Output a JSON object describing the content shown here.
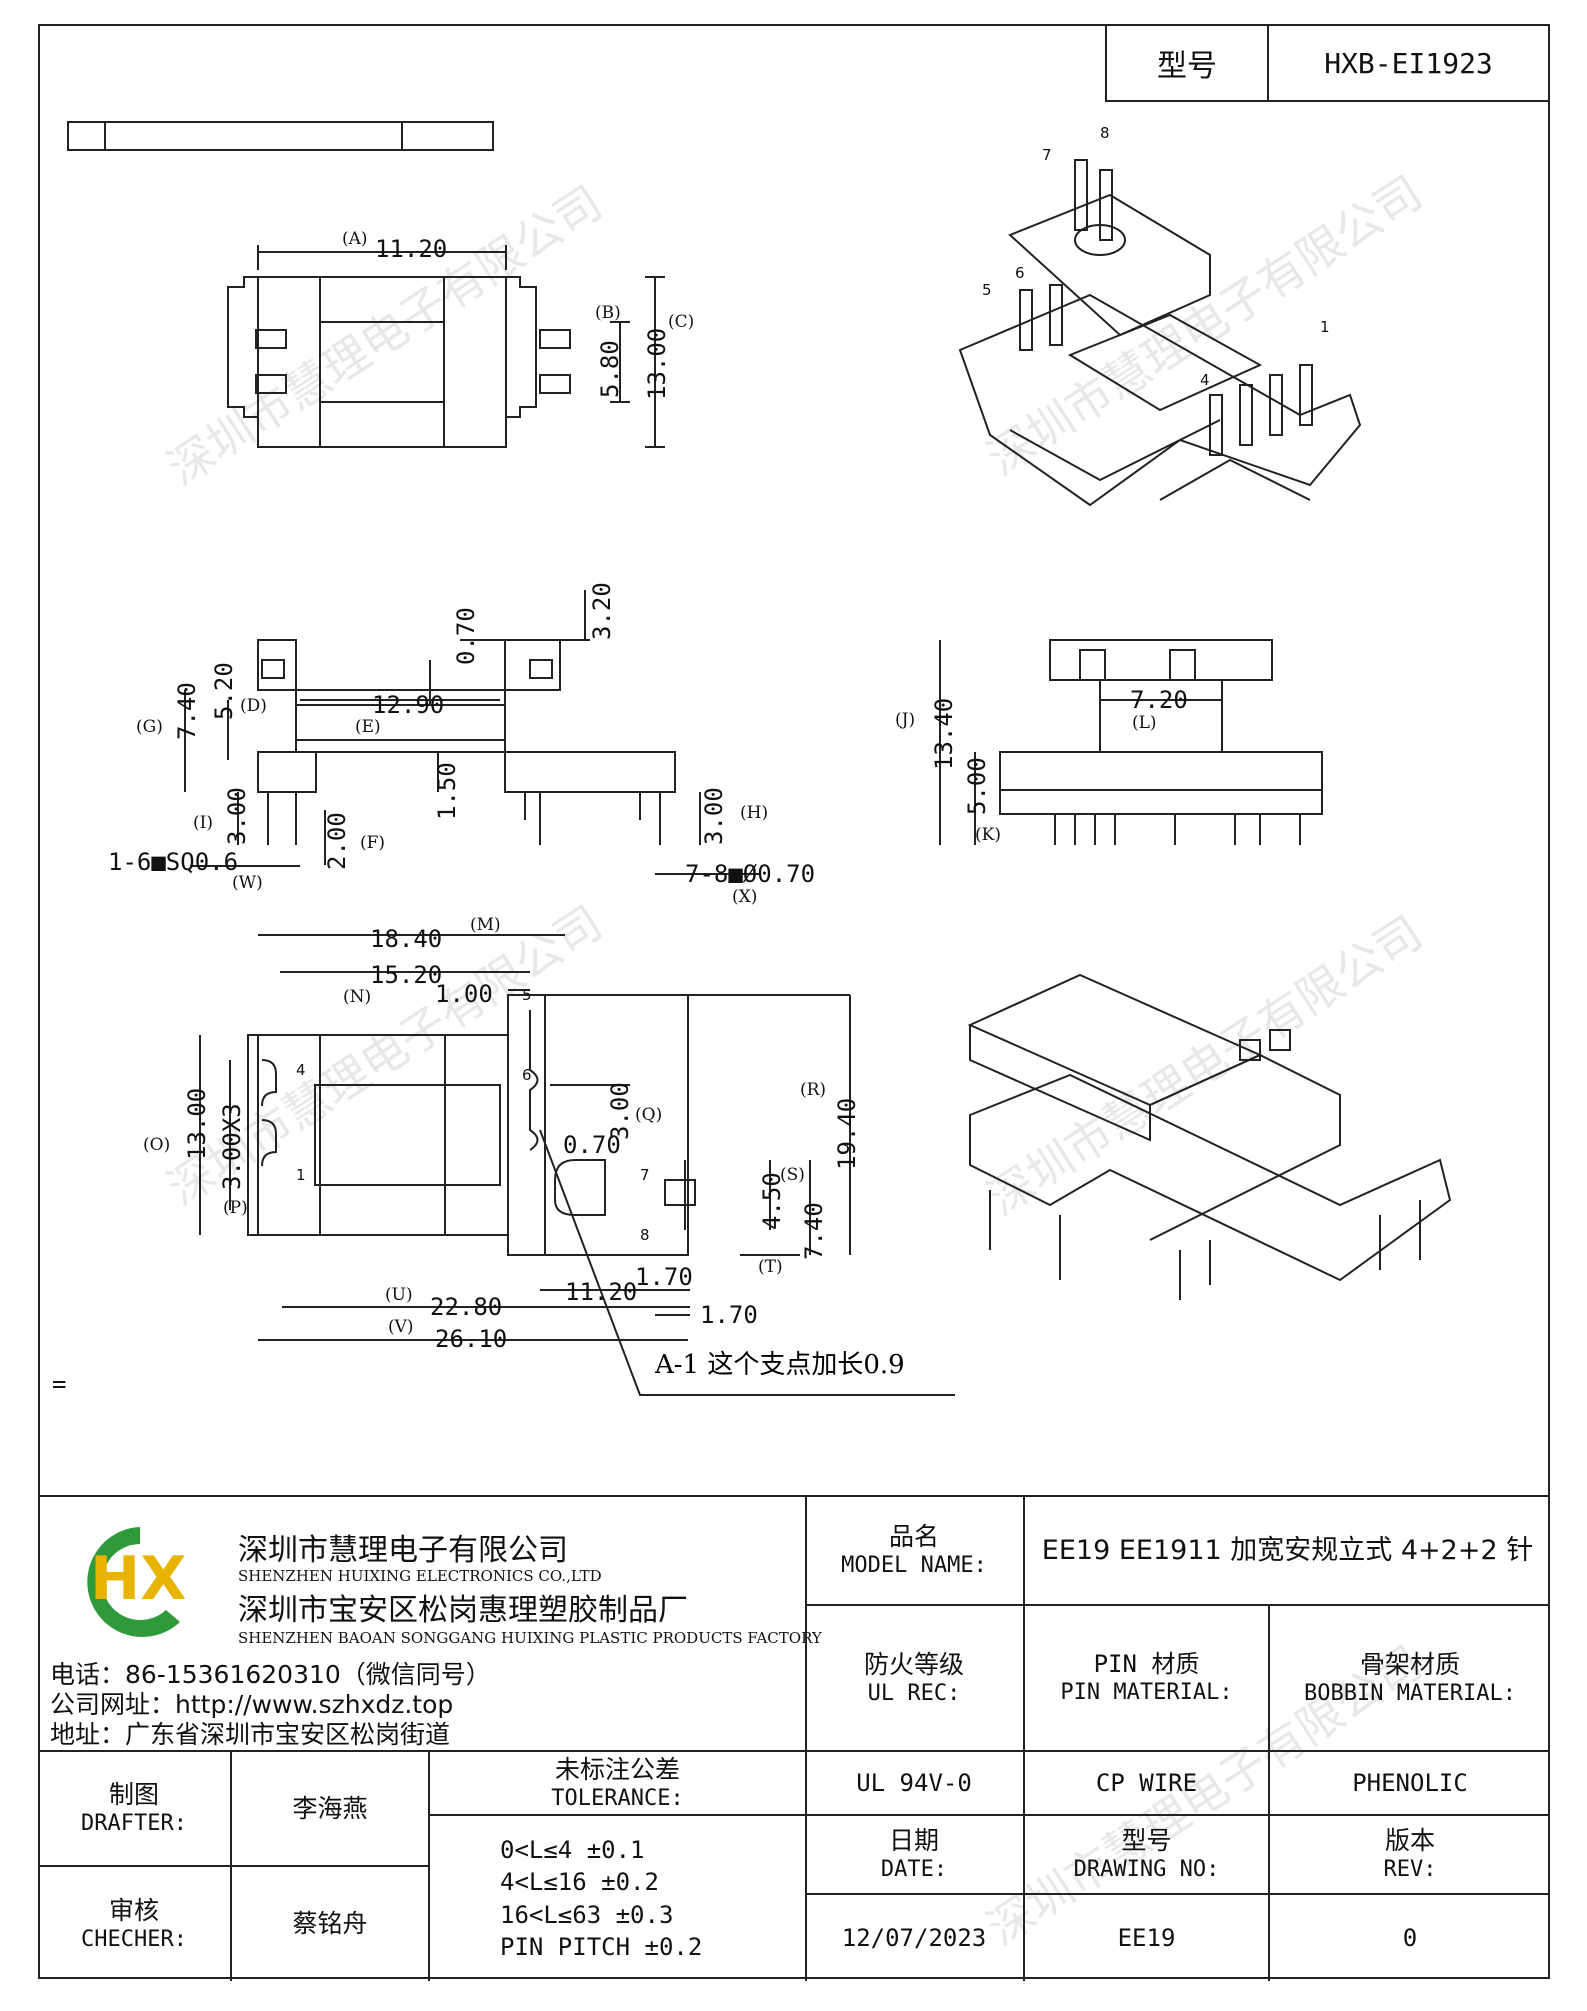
{
  "header": {
    "model_label": "型号",
    "model_value": "HXB-EI1923"
  },
  "drawing": {
    "dims": {
      "a_label": "(A)",
      "a_val": "11.20",
      "b_label": "(B)",
      "b_val": "5.80",
      "c_label": "(C)",
      "c_val": "13.00",
      "h320": "3.20",
      "h070": "0.70",
      "g_label": "(G)",
      "g_val": "7.40",
      "d_label": "(D)",
      "d_val": "5.20",
      "e_label": "(E)",
      "e_val": "12.90",
      "i_label": "(I)",
      "i_val": "3.00",
      "v150": "1.50",
      "f_label": "(F)",
      "f_val": "2.00",
      "h_label": "(H)",
      "h_val": "3.00",
      "w_text": "1-6■SQ0.6",
      "w_label": "(W)",
      "x_text": "7-8■Ø0.70",
      "x_label": "(X)",
      "j_label": "(J)",
      "j_val": "13.40",
      "l_label": "(L)",
      "l_val": "7.20",
      "k_label": "(K)",
      "k_val": "5.00",
      "m_label": "(M)",
      "m_val": "18.40",
      "n_label": "(N)",
      "n_val": "15.20",
      "v100": "1.00",
      "o_label": "(O)",
      "o_val": "13.00",
      "p_label": "(P)",
      "p_val": "3.00X3",
      "q_label": "(Q)",
      "q_val": "3.00",
      "r_label": "(R)",
      "r_val": "19.40",
      "s_label": "(S)",
      "s_val": "4.50",
      "v740b": "7.40",
      "t_label": "(T)",
      "t_val": "1.70",
      "v070": "0.70",
      "u_label": "(U)",
      "u_val": "22.80",
      "v1120": "11.20",
      "v170b": "1.70",
      "vv_label": "(V)",
      "vv_val": "26.10",
      "note_a1": "A-1 这个支点加长0.9",
      "eq_mark": "="
    },
    "pins": {
      "p1": "1",
      "p4": "4",
      "p5": "5",
      "p6": "6",
      "p7": "7",
      "p8": "8"
    },
    "plan_pins": {
      "p1": "1",
      "p4": "4",
      "p5": "5",
      "p6": "6",
      "p7": "7",
      "p8": "8"
    }
  },
  "watermark": "深圳市慧理电子有限公司",
  "company": {
    "logo_text": "HX",
    "name_cn": "深圳市慧理电子有限公司",
    "name_en": "SHENZHEN HUIXING ELECTRONICS CO.,LTD",
    "factory_cn": "深圳市宝安区松岗惠理塑胶制品厂",
    "factory_en": "SHENZHEN BAOAN SONGGANG HUIXING PLASTIC PRODUCTS FACTORY",
    "phone": "电话：86-15361620310（微信同号）",
    "website": "公司网址：http://www.szhxdz.top",
    "address": "地址：广东省深圳市宝安区松岗街道"
  },
  "title_block": {
    "model_name_cn": "品名",
    "model_name_en": "MODEL NAME:",
    "model_name_value": "EE19 EE1911 加宽安规立式 4+2+2 针",
    "ul_cn": "防火等级",
    "ul_en": "UL REC:",
    "pin_cn": "PIN 材质",
    "pin_en": "PIN MATERIAL:",
    "bobbin_cn": "骨架材质",
    "bobbin_en": "BOBBIN MATERIAL:",
    "ul_value": "UL 94V-0",
    "pin_value": "CP WIRE",
    "bobbin_value": "PHENOLIC",
    "drafter_cn": "制图",
    "drafter_en": "DRAFTER:",
    "drafter_value": "李海燕",
    "checker_cn": "审核",
    "checker_en": "CHECHER:",
    "checker_value": "蔡铭舟",
    "tol_cn": "未标注公差",
    "tol_en": "TOLERANCE:",
    "tol_lines": [
      "0<L≤4  ±0.1",
      "4<L≤16 ±0.2",
      "16<L≤63 ±0.3",
      "PIN PITCH ±0.2"
    ],
    "date_cn": "日期",
    "date_en": "DATE:",
    "date_value": "12/07/2023",
    "dwg_cn": "型号",
    "dwg_en": "DRAWING NO:",
    "dwg_value": "EE19",
    "rev_cn": "版本",
    "rev_en": "REV:",
    "rev_value": "0"
  },
  "colors": {
    "logo_green": "#2e9a3a",
    "logo_yellow": "#e8b400",
    "line": "#222222"
  }
}
